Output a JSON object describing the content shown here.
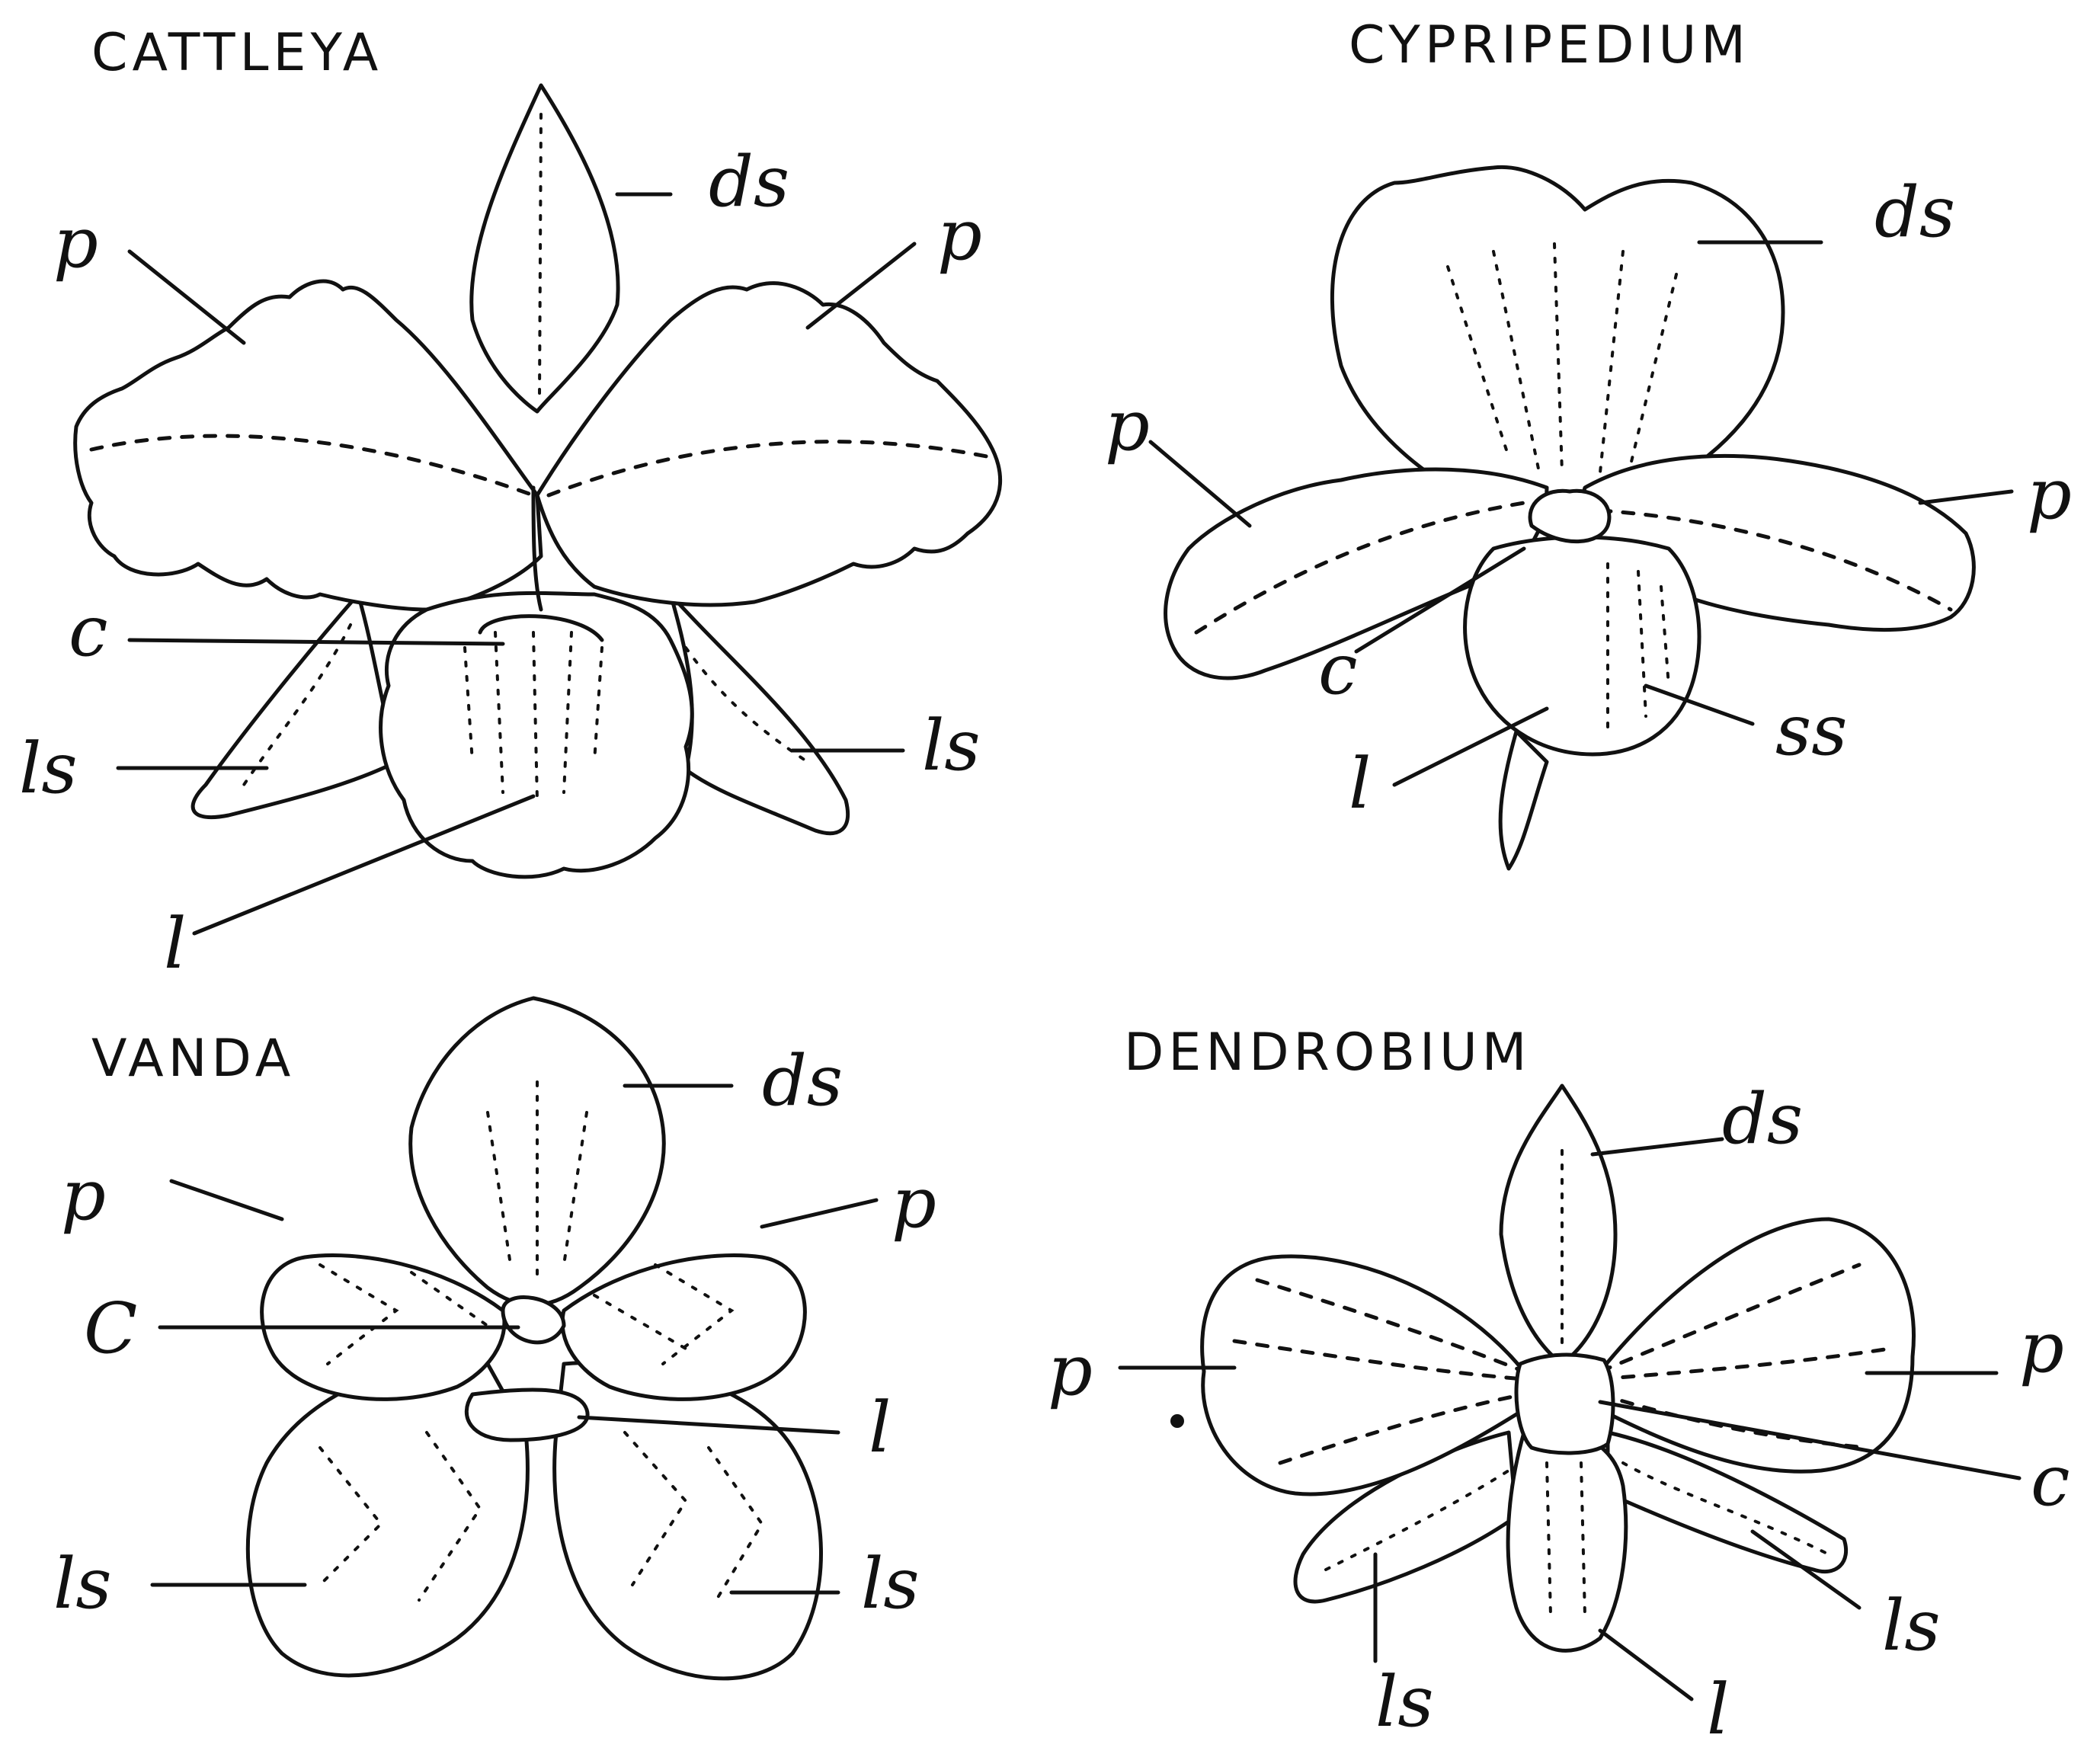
{
  "panels": {
    "cattleya": {
      "title": "CATTLEYA",
      "labels": {
        "ds": "ds",
        "p_left": "p",
        "p_right": "p",
        "c": "c",
        "ls_left": "ls",
        "ls_right": "ls",
        "l": "l"
      }
    },
    "cypripedium": {
      "title": "CYPRIPEDIUM",
      "labels": {
        "ds": "ds",
        "p_left": "p",
        "p_right": "p",
        "c": "c",
        "ss": "ss",
        "l": "l"
      }
    },
    "vanda": {
      "title": "VANDA",
      "labels": {
        "ds": "ds",
        "p_left": "p",
        "p_right": "p",
        "c": "C",
        "l": "l",
        "ls_left": "ls",
        "ls_right": "ls"
      }
    },
    "dendrobium": {
      "title": "DENDROBIUM",
      "labels": {
        "ds": "ds",
        "p_left": "p",
        "p_right": "p",
        "c": "c",
        "ls_left": "ls",
        "ls_right": "ls",
        "l": "l"
      }
    }
  },
  "colors": {
    "ink": "#111111",
    "paper": "#ffffff"
  }
}
